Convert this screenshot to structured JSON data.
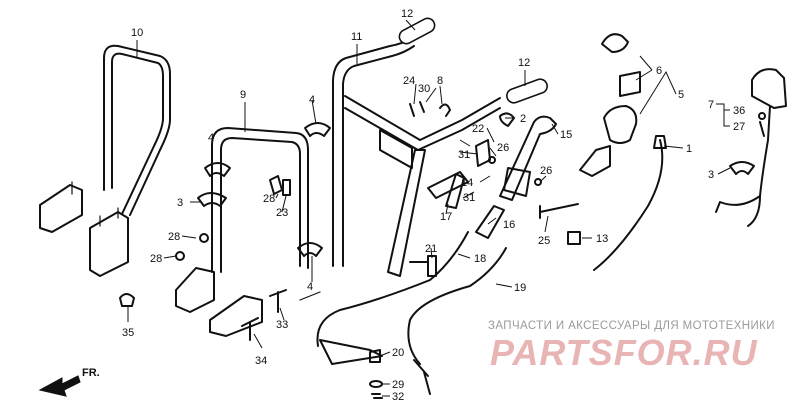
{
  "callouts": {
    "c1": "1",
    "c2": "2",
    "c3a": "3",
    "c3b": "3",
    "c4a": "4",
    "c4b": "4",
    "c4c": "4",
    "c5": "5",
    "c6": "6",
    "c7": "7",
    "c8": "8",
    "c9": "9",
    "c10": "10",
    "c11": "11",
    "c12a": "12",
    "c12b": "12",
    "c13": "13",
    "c14": "14",
    "c15": "15",
    "c16": "16",
    "c17": "17",
    "c18": "18",
    "c19": "19",
    "c20": "20",
    "c21": "21",
    "c22": "22",
    "c23": "23",
    "c24": "24",
    "c25": "25",
    "c26a": "26",
    "c26b": "26",
    "c27": "27",
    "c28a": "28",
    "c28b": "28",
    "c28c": "28",
    "c29": "29",
    "c30": "30",
    "c31": "31",
    "c32": "32",
    "c33": "33",
    "c34": "34",
    "c35": "35",
    "c36": "36"
  },
  "direction": {
    "label": "FR."
  },
  "watermark": {
    "caption": "ЗАПЧАСТИ И АКСЕССУАРЫ ДЛЯ МОТОТЕХНИКИ",
    "logo": "PARTSFOR.RU",
    "logo_color": "#e8b4b4"
  },
  "colors": {
    "line": "#111111",
    "background": "#ffffff"
  }
}
